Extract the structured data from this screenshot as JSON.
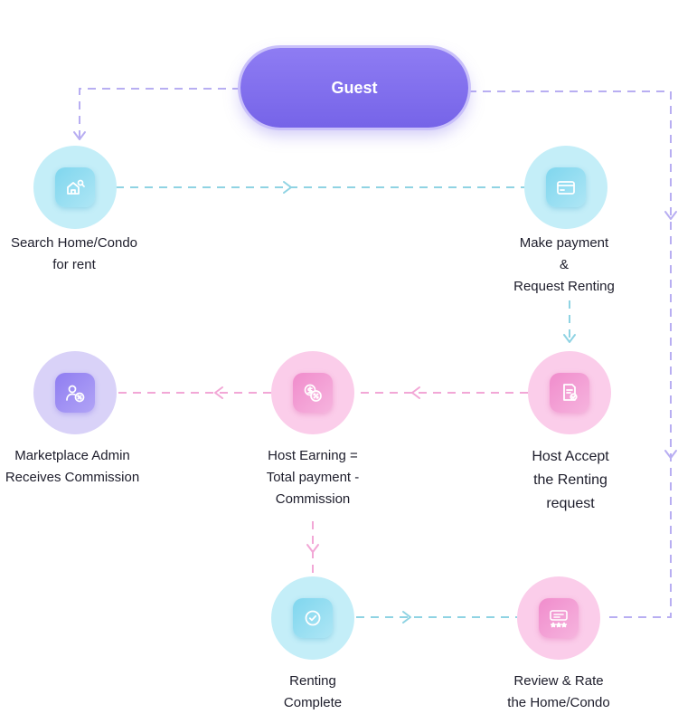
{
  "guest_label": "Guest",
  "colors": {
    "guest": "#7a68ea",
    "cyan_circle": "#c4eef8",
    "pink_circle": "#fbcdea",
    "lavender_circle": "#d9d2f8",
    "cyan_line": "#8fd3e3",
    "pink_line": "#f2a7d6",
    "lavender_line": "#b8aef2"
  },
  "steps": {
    "search": {
      "icon": "house-search-icon",
      "lines": [
        "Search Home/Condo",
        "for rent"
      ]
    },
    "payment": {
      "icon": "credit-card-icon",
      "lines": [
        "Make payment",
        "&",
        "Request Renting"
      ]
    },
    "host_accept": {
      "icon": "document-check-icon",
      "lines": [
        "Host Accept",
        "the Renting",
        "request"
      ]
    },
    "host_earning": {
      "icon": "coins-percent-icon",
      "lines": [
        "Host Earning =",
        "Total payment -",
        "Commission"
      ]
    },
    "admin": {
      "icon": "user-percent-icon",
      "lines": [
        "Marketplace Admin",
        "Receives Commission"
      ]
    },
    "complete": {
      "icon": "check-circle-icon",
      "lines": [
        "Renting",
        "Complete"
      ]
    },
    "review": {
      "icon": "rating-stars-icon",
      "lines": [
        "Review & Rate",
        "the Home/Condo"
      ]
    }
  }
}
